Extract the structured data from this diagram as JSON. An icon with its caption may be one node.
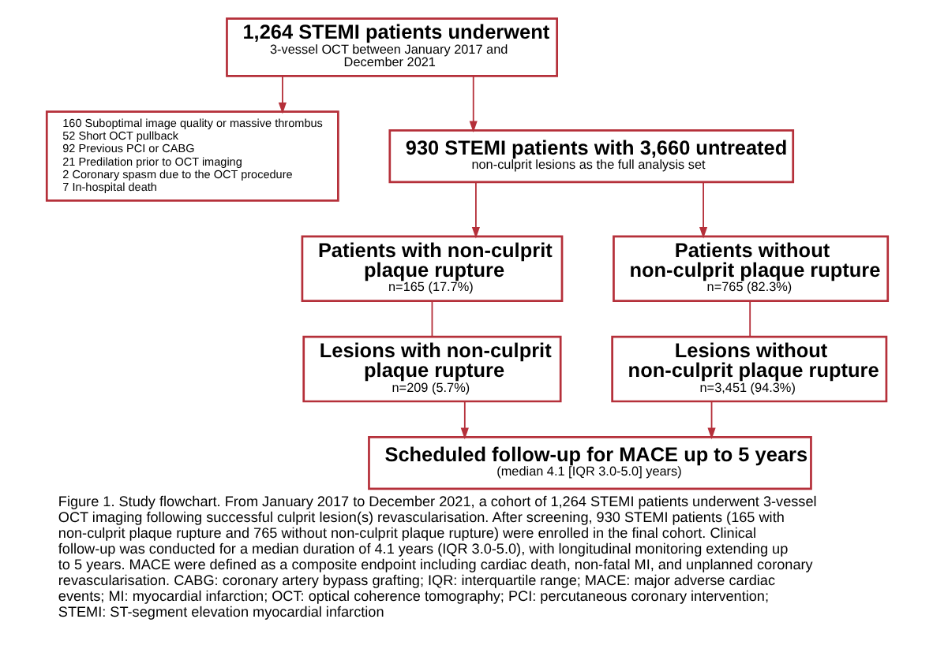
{
  "diagram": {
    "caption": "Figure 1. Study flowchart. From January 2017 to December 2021, a cohort of 1,264 STEMI patients underwent 3-vessel OCT imaging following successful culprit lesion(s) revascularisation. After screening, 930 STEMI patients (165 with non-culprit plaque rupture and 765 without non-culprit plaque rupture) were enrolled in the final cohort. Clinical follow-up was conducted for a median duration of 4.1 years (IQR 3.0-5.0), with longitudinal monitoring extending up to 5 years. MACE were defined as a composite endpoint including cardiac death, non-fatal MI, and unplanned coronary revascularisation. CABG: coronary artery bypass grafting; IQR: interquartile range; MACE: major adverse cardiac events; MI: myocardial infarction; OCT: optical coherence tomography; PCI: percutaneous coronary intervention; STEMI: ST-segment elevation myocardial infarction",
    "nodes": [
      {
        "text": [
          "1,264 STEMI patients underwent",
          "3-vessel OCT between January 2017 and December 2021"
        ]
      },
      {
        "text": [
          "160 Suboptimal image quality or massive thrombus",
          "52 Short OCT pullback",
          "92 Previous PCI or CABG",
          "21 Predilation prior to OCT imaging",
          "2 Coronary spasm due to the OCT procedure",
          "7 In-hospital death"
        ]
      },
      {
        "text": [
          "930 STEMI patients with 3,660 untreated",
          "non-culprit lesions as the full analysis set"
        ]
      },
      {
        "text": [
          "Patients with non-culprit plaque rupture",
          "n=165 (17.7%)"
        ]
      },
      {
        "text": [
          "Lesions with non-culprit plaque rupture",
          "n=209 (5.7%)"
        ]
      },
      {
        "text": [
          "Patients without non-culprit plaque rupture",
          "n=765 (82.3%)"
        ]
      },
      {
        "text": [
          "Lesions without non-culprit plaque rupture",
          "n=3,451 (94.3%)"
        ]
      },
      {
        "text": [
          "Scheduled follow-up for MACE up to 5 years",
          "(median 4.1 [IQR 3.0-5.0] years)"
        ]
      }
    ],
    "edges": [
      {
        "from": 0,
        "to": 2,
        "arrow": "to"
      },
      {
        "from": 0,
        "to": 1,
        "arrow": "to"
      },
      {
        "from": 2,
        "to": 3,
        "arrow": "to"
      },
      {
        "from": 2,
        "to": 5,
        "arrow": "to"
      },
      {
        "from": 3,
        "to": 4,
        "arrow": "none"
      },
      {
        "from": 5,
        "to": 6,
        "arrow": "none"
      },
      {
        "from": 4,
        "to": 7,
        "arrow": "to"
      },
      {
        "from": 6,
        "to": 7,
        "arrow": "to"
      }
    ]
  }
}
